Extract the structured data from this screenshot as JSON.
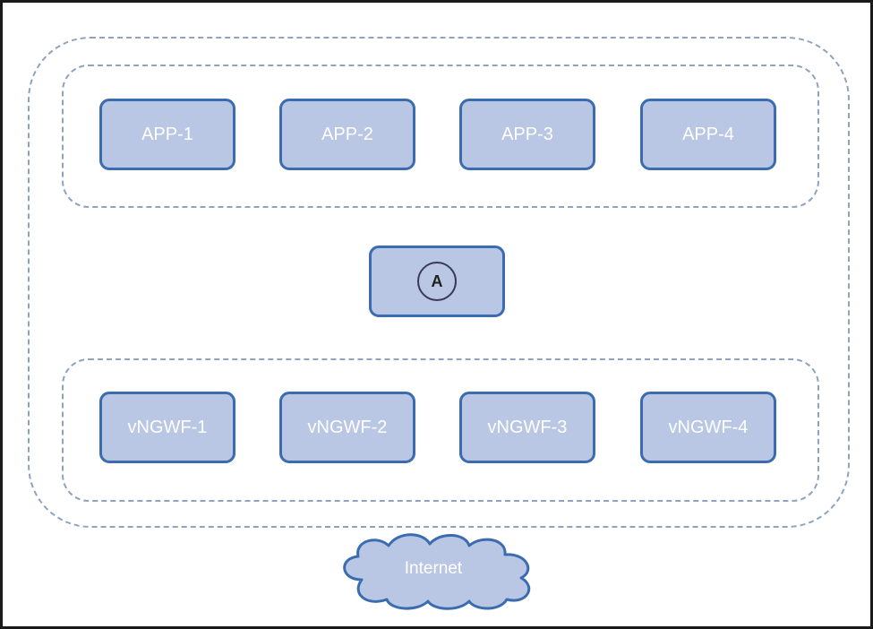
{
  "app_servers": [
    {
      "label": "APP-1"
    },
    {
      "label": "APP-2"
    },
    {
      "label": "APP-3"
    },
    {
      "label": "APP-4"
    }
  ],
  "center_node": {
    "label": "A"
  },
  "firewalls": [
    {
      "label": "vNGWF-1"
    },
    {
      "label": "vNGWF-2"
    },
    {
      "label": "vNGWF-3"
    },
    {
      "label": "vNGWF-4"
    }
  ],
  "internet": {
    "label": "Internet"
  },
  "colors": {
    "node_fill": "#b9c7e4",
    "node_border": "#3b6cb0",
    "group_dash": "#8fa3bf",
    "node_text": "#ffffff"
  }
}
